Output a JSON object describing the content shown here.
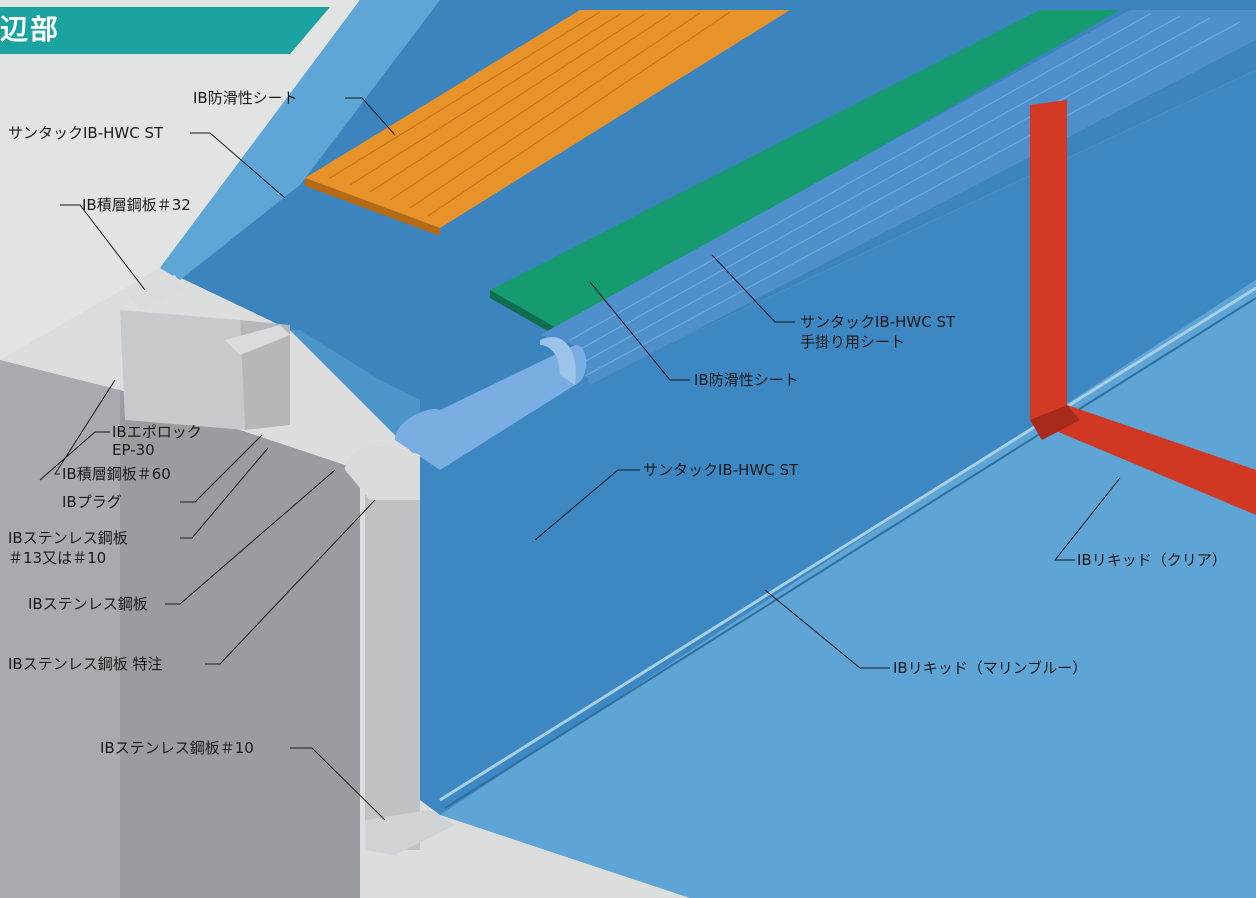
{
  "header": {
    "title": "辺部"
  },
  "colors": {
    "header_teal": "#1aa3a0",
    "membrane_blue": "#3b86c0",
    "pool_floor_blue": "#5aa2d2",
    "slip_sheet_orange": "#e8922a",
    "handrail_sheet_green": "#149b6e",
    "liquid_clear_red": "#d23a26",
    "steel_grey": "#c6c9cc",
    "concrete_grey": "#9ea2a6"
  },
  "labels": {
    "slip_sheet_top": "IB防滑性シート",
    "suntack_top": "サンタックIB-HWC ST",
    "steel_32": "IB積層鋼板＃32",
    "handrail_sheet_1": "サンタックIB-HWC ST",
    "handrail_sheet_2": "手掛り用シート",
    "slip_sheet_green": "IB防滑性シート",
    "epolock_1": "IBエポロック",
    "epolock_2": "EP-30",
    "steel_60": "IB積層鋼板＃60",
    "plug": "IBプラグ",
    "stainless_13_1": "IBステンレス鋼板",
    "stainless_13_2": "＃13又は＃10",
    "suntack_wall": "サンタックIB-HWC ST",
    "liquid_clear": "IBリキッド（クリア）",
    "stainless": "IBステンレス鋼板",
    "stainless_special": "IBステンレス鋼板 特注",
    "liquid_marine": "IBリキッド（マリンブルー）",
    "stainless_10": "IBステンレス鋼板＃10"
  }
}
